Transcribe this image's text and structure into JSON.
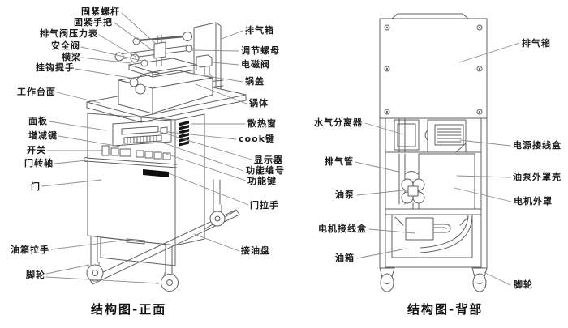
{
  "figures": {
    "front": {
      "caption": "结构图-正面",
      "labels_left": [
        "固紧螺杆",
        "固紧手把",
        "排气阀压力表",
        "安全阀",
        "横梁",
        "挂钩提手",
        "工作台面",
        "面板",
        "增减键",
        "开关",
        "门转轴",
        "门",
        "油箱拉手",
        "脚轮"
      ],
      "labels_right": [
        "排气箱",
        "调节螺母",
        "电磁阀",
        "锅盖",
        "锅体",
        "散热窗",
        "cook键",
        "显示器",
        "功能编号",
        "功能键",
        "门拉手",
        "接油盘"
      ]
    },
    "back": {
      "caption": "结构图-背部",
      "labels_left": [
        "水气分离器",
        "排气管",
        "油泵",
        "电机接线盒",
        "油箱"
      ],
      "labels_right": [
        "排气箱",
        "电源接线盒",
        "油泵外罩壳",
        "电机外罩",
        "脚轮"
      ]
    }
  },
  "colors": {
    "background": "#ffffff",
    "line": "#5f5f5f",
    "leader": "#8f8f8f",
    "label_text": "#1c1c1c",
    "solid_fill": "#111111"
  }
}
